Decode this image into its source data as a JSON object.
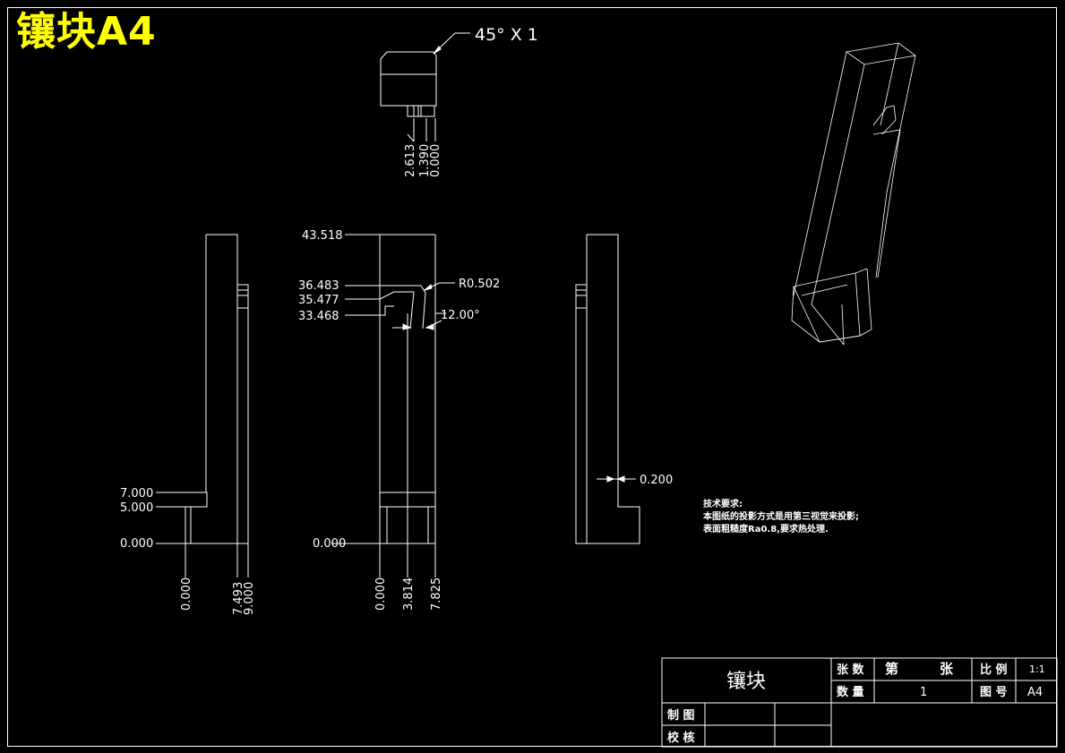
{
  "title": "镶块A4",
  "chamfer_note": "45° X 1",
  "top_view": {
    "dims": [
      "2.613",
      "1.390",
      "0.000"
    ]
  },
  "left_view": {
    "y_dims": [
      "7.000",
      "5.000",
      "0.000"
    ],
    "x_dims": [
      "0.000",
      "7.493",
      "9.000"
    ]
  },
  "front_view": {
    "y_dims": [
      "43.518",
      "36.483",
      "35.477",
      "33.468",
      "0.000"
    ],
    "radius": "R0.502",
    "angle": "12.00°",
    "x_dims": [
      "0.000",
      "3.814",
      "7.825"
    ]
  },
  "right_view": {
    "dim": "0.200"
  },
  "tech_notes": {
    "heading": "技术要求:",
    "line1": "本图纸的投影方式是用第三视觉来投影;",
    "line2": "表面粗糙度Ra0.8,要求热处理."
  },
  "title_block": {
    "part_name": "镶块",
    "sheets_label": "张 数",
    "sheet_no_label_a": "第",
    "sheet_no_label_b": "张",
    "scale_label": "比 例",
    "scale_value": "1:1",
    "qty_label": "数 量",
    "qty_value": "1",
    "drawing_no_label": "图 号",
    "drawing_no_value": "A4",
    "drawn_label": "制 图",
    "checked_label": "校 核"
  }
}
